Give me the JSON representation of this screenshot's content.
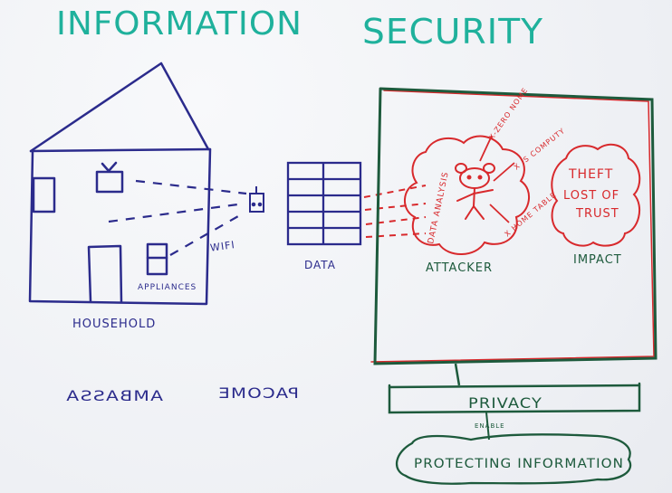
{
  "title": {
    "word1": "INFORMATION",
    "word2": "SECURITY"
  },
  "house": {
    "label": "HOUSEHOLD",
    "appliances_label": "APPLIANCES",
    "wifi_label": "WIFI"
  },
  "data": {
    "label": "DATA"
  },
  "attacker": {
    "label": "ATTACKER",
    "notes": {
      "method_1": "DATA ANALYSIS",
      "method_2": "X-ZERO NOME",
      "method_3": "X IS COMPUTY",
      "method_4": "X HOME TABLE"
    }
  },
  "impact": {
    "label": "IMPACT",
    "items": [
      "THEFT",
      "LOST OF",
      "TRUST"
    ]
  },
  "bottom": {
    "privacy_label": "PRIVACY",
    "small_label": "ENABLE",
    "protecting_label": "PROTECTING INFORMATION"
  },
  "mirrored": {
    "ambassa": "AMBASSA",
    "pacome": "PACOME"
  },
  "colors": {
    "title_teal": "#1fb19c",
    "house_blue": "#2b2b8c",
    "attacker_red": "#d8292c",
    "frame_green": "#1d5a3c",
    "privacy_green": "#1d5a3c"
  }
}
